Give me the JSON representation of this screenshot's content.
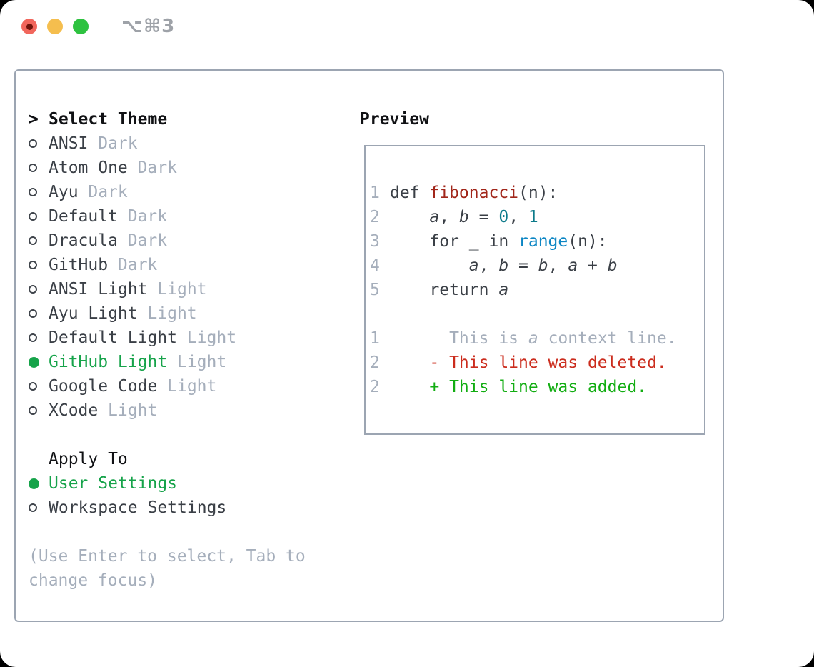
{
  "window": {
    "title": "⌥⌘3"
  },
  "colors": {
    "accent-green": "#16A34A",
    "diff-add-green": "#12AD12",
    "diff-del-red": "#CB2C1D",
    "func-red": "#A1261A",
    "number-teal": "#0C7A8A",
    "builtin-blue": "#0C86C4",
    "text-dark": "#3A3F46",
    "muted-gray": "#A5AEBB",
    "heading-black": "#101114",
    "panel-border": "#9CA5B2",
    "traffic-red": "#F1665C",
    "traffic-red-dot": "#70140C",
    "traffic-yellow": "#F5BE4E",
    "traffic-green": "#2EC240",
    "title-gray": "#9EA2A8"
  },
  "theme_panel": {
    "prompt": ">",
    "title": "Select Theme",
    "themes": [
      {
        "name": "ANSI",
        "tag": "Dark",
        "selected": false
      },
      {
        "name": "Atom One",
        "tag": "Dark",
        "selected": false
      },
      {
        "name": "Ayu",
        "tag": "Dark",
        "selected": false
      },
      {
        "name": "Default",
        "tag": "Dark",
        "selected": false
      },
      {
        "name": "Dracula",
        "tag": "Dark",
        "selected": false
      },
      {
        "name": "GitHub",
        "tag": "Dark",
        "selected": false
      },
      {
        "name": "ANSI Light",
        "tag": "Light",
        "selected": false
      },
      {
        "name": "Ayu Light",
        "tag": "Light",
        "selected": false
      },
      {
        "name": "Default Light",
        "tag": "Light",
        "selected": false
      },
      {
        "name": "GitHub Light",
        "tag": "Light",
        "selected": true
      },
      {
        "name": "Google Code",
        "tag": "Light",
        "selected": false
      },
      {
        "name": "XCode",
        "tag": "Light",
        "selected": false
      }
    ],
    "apply_to": {
      "title": "Apply To",
      "options": [
        {
          "name": "User Settings",
          "selected": true
        },
        {
          "name": "Workspace Settings",
          "selected": false
        }
      ]
    },
    "hint_lines": [
      "(Use Enter to select, Tab to",
      "change focus)"
    ]
  },
  "preview": {
    "title": "Preview",
    "lines": [
      {
        "num": "1",
        "tokens": [
          [
            "def ",
            "pln"
          ],
          [
            "fibonacci",
            "func"
          ],
          [
            "(n):",
            "pln"
          ]
        ]
      },
      {
        "num": "2",
        "tokens": [
          [
            "    ",
            "pln"
          ],
          [
            "a",
            "var"
          ],
          [
            ", ",
            "pln"
          ],
          [
            "b",
            "var"
          ],
          [
            " = ",
            "pln"
          ],
          [
            "0",
            "lit"
          ],
          [
            ", ",
            "pln"
          ],
          [
            "1",
            "lit"
          ]
        ]
      },
      {
        "num": "3",
        "tokens": [
          [
            "    for _ in ",
            "pln"
          ],
          [
            "range",
            "bi"
          ],
          [
            "(n):",
            "pln"
          ]
        ]
      },
      {
        "num": "4",
        "tokens": [
          [
            "        ",
            "pln"
          ],
          [
            "a",
            "var"
          ],
          [
            ", ",
            "pln"
          ],
          [
            "b",
            "var"
          ],
          [
            " = ",
            "pln"
          ],
          [
            "b",
            "var"
          ],
          [
            ", ",
            "pln"
          ],
          [
            "a",
            "var"
          ],
          [
            " + ",
            "pln"
          ],
          [
            "b",
            "var"
          ]
        ]
      },
      {
        "num": "5",
        "tokens": [
          [
            "    return ",
            "pln"
          ],
          [
            "a",
            "var"
          ]
        ]
      },
      {
        "num": "",
        "tokens": []
      },
      {
        "num": "1",
        "tokens": [
          [
            "      This is ",
            "ctx"
          ],
          [
            "a",
            "ctxvar"
          ],
          [
            " context line.",
            "ctx"
          ]
        ]
      },
      {
        "num": "2",
        "tokens": [
          [
            "    - This line was deleted.",
            "del"
          ]
        ]
      },
      {
        "num": "2",
        "tokens": [
          [
            "    + This line was added.",
            "add"
          ]
        ]
      }
    ]
  }
}
